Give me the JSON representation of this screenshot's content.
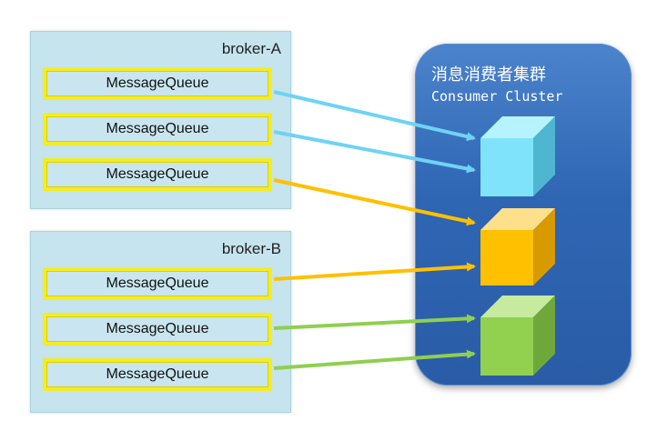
{
  "brokers": [
    {
      "label": "broker-A",
      "queues": [
        "MessageQueue",
        "MessageQueue",
        "MessageQueue"
      ]
    },
    {
      "label": "broker-B",
      "queues": [
        "MessageQueue",
        "MessageQueue",
        "MessageQueue"
      ]
    }
  ],
  "cluster": {
    "title": "消息消费者集群",
    "subtitle": "Consumer Cluster"
  },
  "colors": {
    "broker_bg": "#c5e4ee",
    "queue_border": "#f4ec25",
    "cluster_bg": "#2f66b4",
    "consumer_1": "#7fe3fb",
    "consumer_2": "#ffc000",
    "consumer_3": "#92d050",
    "arrow_1": "#6fd3f3",
    "arrow_2": "#ffc000",
    "arrow_3": "#8fcf4f"
  }
}
